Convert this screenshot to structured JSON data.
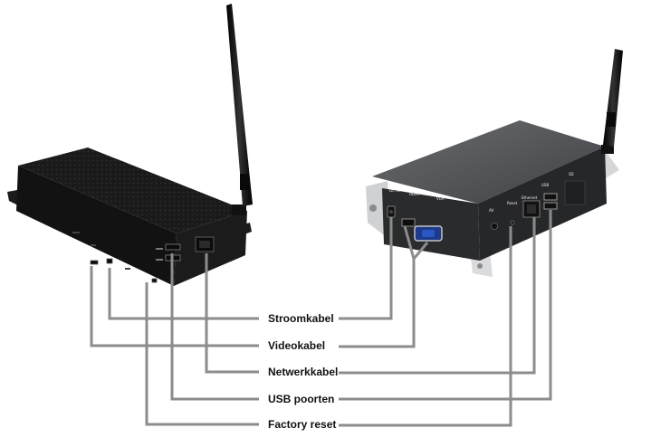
{
  "labels": {
    "power": "Stroomkabel",
    "video": "Videokabel",
    "network": "Netwerkkabel",
    "usb": "USB poorten",
    "reset": "Factory reset"
  },
  "colors": {
    "line": "#8c8c8c",
    "left_device": "#161616",
    "right_device_top": "#55575a",
    "right_device_front": "#2a2b2d",
    "bracket": "#d4d6d8"
  }
}
